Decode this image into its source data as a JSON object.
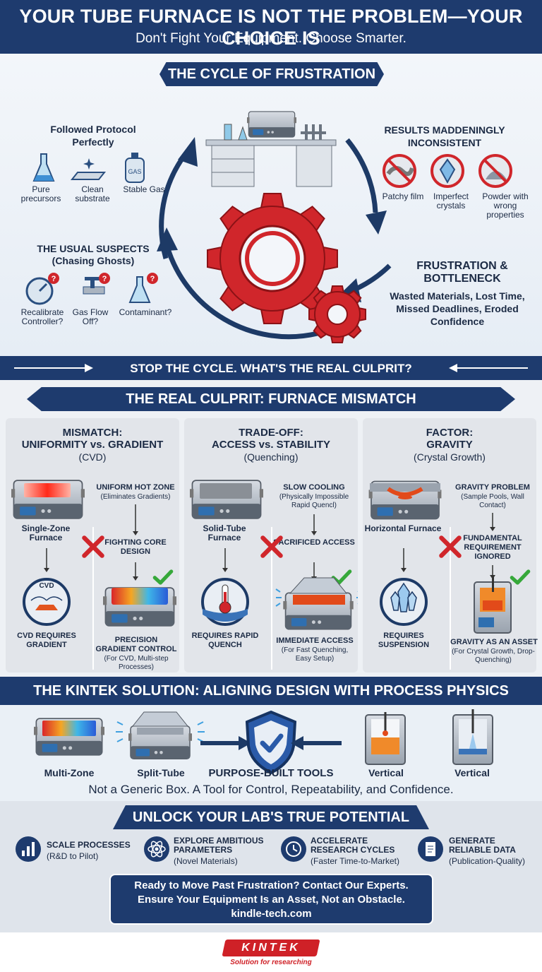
{
  "header": {
    "title": "YOUR TUBE FURNACE IS NOT THE PROBLEM—YOUR CHOICE IS",
    "subtitle": "Don't Fight Your Equipment. Choose Smarter."
  },
  "cycle": {
    "banner": "THE CYCLE OF FRUSTRATION",
    "protocol": {
      "title": "Followed Protocol Perfectly",
      "items": [
        "Pure precursors",
        "Clean substrate",
        "Stable Gas"
      ],
      "gas_label": "GAS"
    },
    "results": {
      "title": "RESULTS MADDENINGLY INCONSISTENT",
      "items": [
        "Patchy film",
        "Imperfect crystals",
        "Powder with wrong properties"
      ]
    },
    "suspects": {
      "title": "THE USUAL SUSPECTS",
      "subtitle": "(Chasing Ghosts)",
      "items": [
        "Recalibrate Controller?",
        "Gas Flow Off?",
        "Contaminant?"
      ]
    },
    "frustration": {
      "title": "FRUSTRATION & BOTTLENECK",
      "text": "Wasted Materials, Lost Time, Missed Deadlines, Eroded Confidence"
    },
    "accent_red": "#d0262b",
    "brand_navy": "#1e3b6e"
  },
  "stop_bar": "STOP THE CYCLE. WHAT'S THE REAL CULPRIT?",
  "culprit": {
    "banner": "THE REAL CULPRIT: FURNACE MISMATCH",
    "columns": [
      {
        "head1": "MISMATCH:",
        "head2": "UNIFORMITY vs. GRADIENT",
        "sub": "(CVD)",
        "furnace": "Single-Zone Furnace",
        "problem_title": "UNIFORM HOT ZONE",
        "problem_sub": "(Eliminates Gradients)",
        "conflict": "FIGHTING CORE DESIGN",
        "need_icon": "CVD",
        "need": "CVD REQUIRES GRADIENT",
        "solution": "PRECISION GRADIENT CONTROL",
        "solution_sub": "(For CVD, Multi-step Processes)"
      },
      {
        "head1": "TRADE-OFF:",
        "head2": "ACCESS vs. STABILITY",
        "sub": "(Quenching)",
        "furnace": "Solid-Tube Furnace",
        "problem_title": "SLOW COOLING",
        "problem_sub": "(Physically Impossible Rapid Quencl)",
        "conflict": "SACRIFICED ACCESS",
        "need_icon": "",
        "need": "REQUIRES RAPID QUENCH",
        "solution": "IMMEDIATE ACCESS",
        "solution_sub": "(For Fast Quenching, Easy Setup)"
      },
      {
        "head1": "FACTOR:",
        "head2": "GRAVITY",
        "sub": "(Crystal Growth)",
        "furnace": "Horizontal Furnace",
        "problem_title": "GRAVITY PROBLEM",
        "problem_sub": "(Sample Pools, Wall Contact)",
        "conflict": "FUNDAMENTAL REQUIREMENT IGNORED",
        "need_icon": "",
        "need": "REQUIRES SUSPENSION",
        "solution": "GRAVITY AS AN ASSET",
        "solution_sub": "(For Crystal Growth, Drop-Quenching)"
      }
    ]
  },
  "solution": {
    "banner": "THE KINTEK SOLUTION: ALIGNING DESIGN WITH PROCESS PHYSICS",
    "tools": [
      "Multi-Zone",
      "Split-Tube",
      "Vertical",
      "Vertical"
    ],
    "center": "PURPOSE-BUILT TOOLS",
    "tagline": "Not a Generic Box. A Tool for Control, Repeatability, and Confidence."
  },
  "unlock": {
    "banner": "UNLOCK YOUR LAB'S TRUE POTENTIAL",
    "items": [
      {
        "title": "SCALE PROCESSES",
        "sub": "(R&D to Pilot)",
        "icon": "chart-icon"
      },
      {
        "title": "EXPLORE AMBITIOUS PARAMETERS",
        "sub": "(Novel Materials)",
        "icon": "atom-icon"
      },
      {
        "title": "ACCELERATE RESEARCH CYCLES",
        "sub": "(Faster Time-to-Market)",
        "icon": "clock-icon"
      },
      {
        "title": "GENERATE RELIABLE DATA",
        "sub": "(Publication-Quality)",
        "icon": "document-icon"
      }
    ],
    "cta1": "Ready to Move Past Frustration? Contact Our Experts.",
    "cta2": "Ensure Your Equipment Is an Asset, Not an Obstacle.",
    "cta3": "kindle-tech.com"
  },
  "footer": {
    "logo": "KINTEK",
    "tagline": "Solution for researching"
  }
}
